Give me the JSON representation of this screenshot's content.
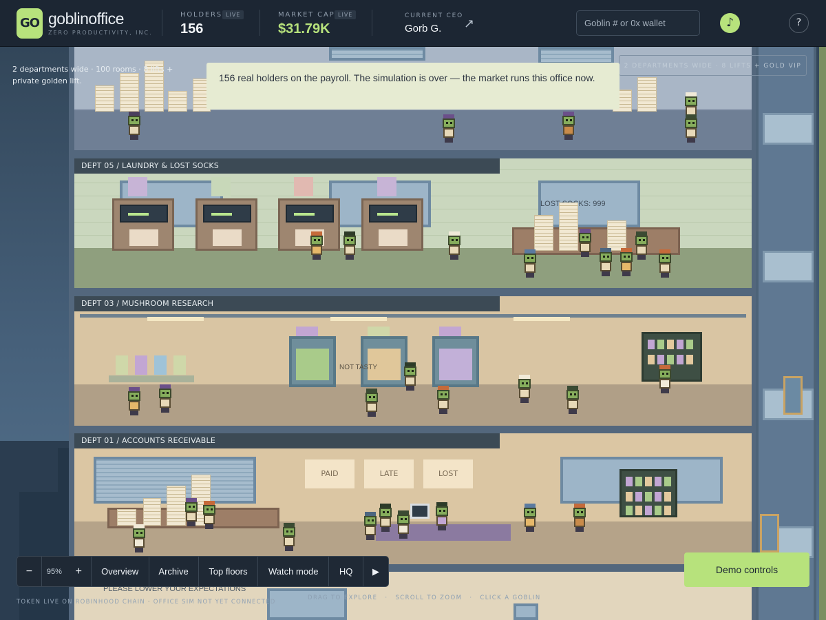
{
  "header": {
    "logo_badge": "GO",
    "logo_name": "goblinoffice",
    "logo_tagline": "ZERO PRODUCTIVITY, INC.",
    "holders": {
      "label": "HOLDERS",
      "badge": "LIVE",
      "value": "156"
    },
    "market_cap": {
      "label": "MARKET CAP",
      "badge": "LIVE",
      "value": "$31.79K"
    },
    "ceo": {
      "label": "CURRENT CEO",
      "name": "Gorb G.",
      "link_icon": "arrow-up-right-icon"
    },
    "search": {
      "placeholder": "Goblin # or 0x wallet",
      "value": ""
    },
    "music_icon": "♪",
    "help_label": "?"
  },
  "overlay": {
    "side_note": "2 departments wide · 100 rooms · 8 lifts + private golden lift.",
    "toast": "156 real holders on the payroll. The simulation is over — the market runs this office now.",
    "top_pill": "2 DEPARTMENTS WIDE · 8 LIFTS + GOLD VIP"
  },
  "floors": [
    {
      "label": "DEPT 05 / LAUNDRY & LOST SOCKS",
      "sign": "LOST SOCKS: 999"
    },
    {
      "label": "DEPT 03 / MUSHROOM RESEARCH",
      "sign": "NOT TASTY"
    },
    {
      "label": "DEPT 01 / ACCOUNTS RECEIVABLE",
      "boards": [
        "PAID",
        "LATE",
        "LOST"
      ]
    }
  ],
  "basement_sign": "PLEASE LOWER YOUR EXPECTATIONS",
  "toolbar": {
    "zoom_out": "−",
    "zoom_level": "95%",
    "zoom_in": "+",
    "buttons": [
      "Overview",
      "Archive",
      "Top floors",
      "Watch mode",
      "HQ"
    ],
    "play": "▶"
  },
  "demo_controls": "Demo controls",
  "footer": {
    "left": [
      "TOKEN LIVE ON ROBINHOOD CHAIN",
      "OFFICE SIM NOT YET CONNECTED"
    ],
    "hints": [
      "DRAG TO EXPLORE",
      "SCROLL TO ZOOM",
      "CLICK A GOBLIN"
    ]
  },
  "colors": {
    "accent": "#b7e27c",
    "header_bg": "#1c2633",
    "toast_bg": "#e6ebd2"
  }
}
